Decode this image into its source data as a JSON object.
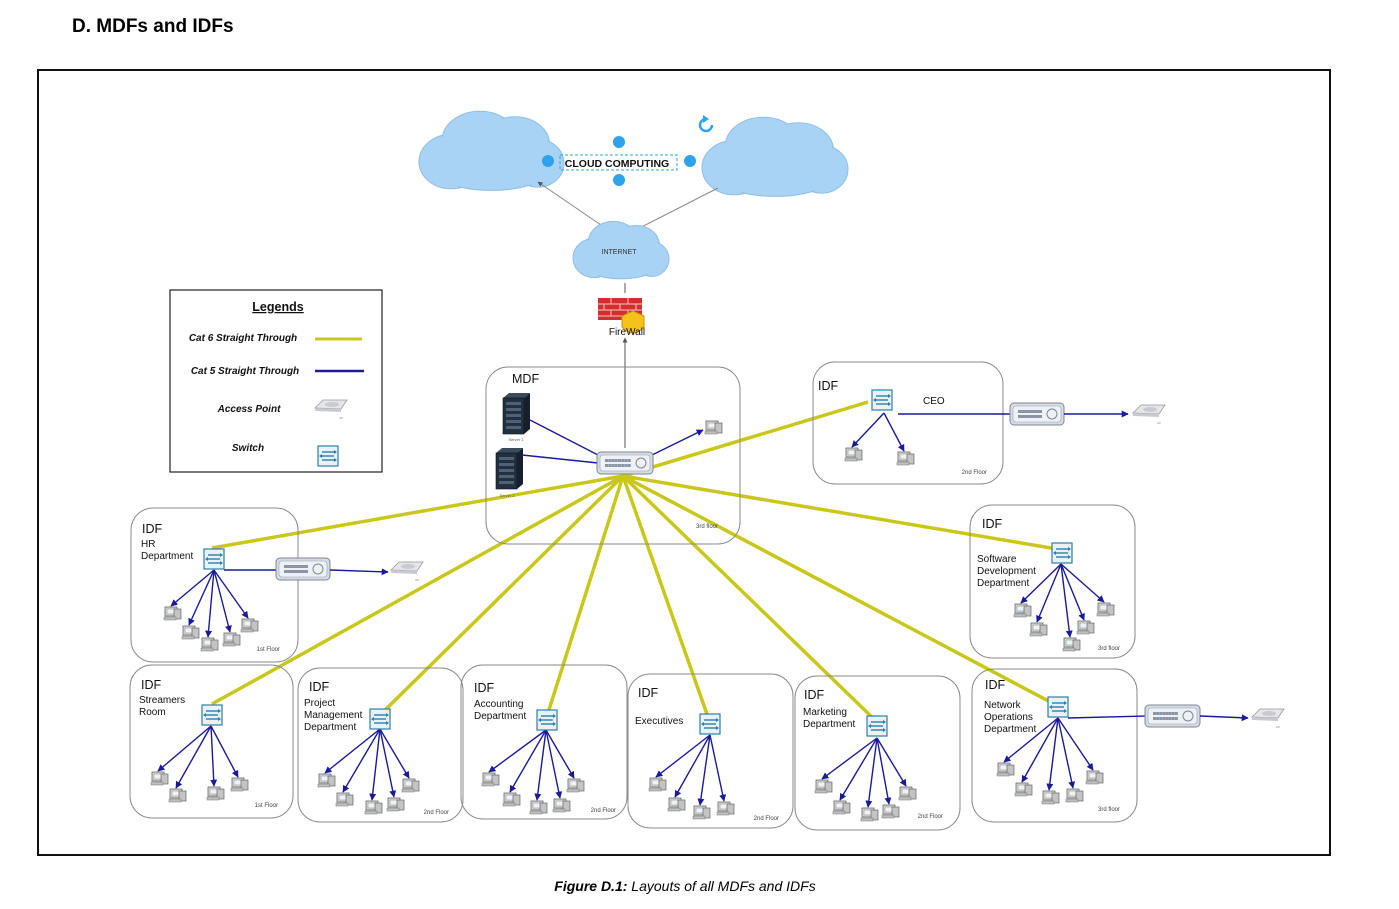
{
  "heading": "D.  MDFs and IDFs",
  "caption": {
    "label": "Figure D.1:",
    "text": "Layouts of all MDFs and IDFs"
  },
  "cloud": {
    "label": "CLOUD COMPUTING",
    "internet": "INTERNET"
  },
  "firewall": {
    "label": "FireWall"
  },
  "legend": {
    "title": "Legends",
    "cat6": "Cat 6 Straight Through",
    "cat5": "Cat 5 Straight Through",
    "access_point": "Access Point",
    "switch": "Switch"
  },
  "mdf": {
    "label": "MDF",
    "floor": "3rd floor",
    "server1": "Server 1",
    "server2": "Server 2"
  },
  "rooms": {
    "ceo": {
      "idf": "IDF",
      "name": [
        "CEO"
      ],
      "floor": "2nd Floor"
    },
    "hr": {
      "idf": "IDF",
      "name": [
        "HR",
        "Department"
      ],
      "floor": "1st Floor"
    },
    "software": {
      "idf": "IDF",
      "name": [
        "Software",
        "Development",
        "Department"
      ],
      "floor": "3rd floor"
    },
    "streamers": {
      "idf": "IDF",
      "name": [
        "Streamers",
        "Room"
      ],
      "floor": "1st Floor"
    },
    "project": {
      "idf": "IDF",
      "name": [
        "Project",
        "Management",
        "Department"
      ],
      "floor": "2nd Floor"
    },
    "accounting": {
      "idf": "IDF",
      "name": [
        "Accounting",
        "Department"
      ],
      "floor": "2nd Floor"
    },
    "executives": {
      "idf": "IDF",
      "name": [
        "Executives"
      ],
      "floor": "2nd Floor"
    },
    "marketing": {
      "idf": "IDF",
      "name": [
        "Marketing",
        "Department"
      ],
      "floor": "2nd Floor"
    },
    "network": {
      "idf": "IDF",
      "name": [
        "Network",
        "Operations",
        "Department"
      ],
      "floor": "3rd floor"
    }
  },
  "colors": {
    "cat6": "#c9c81a",
    "cat5": "#1a1a9c",
    "switch": "#2d7fa8",
    "cloud": "#a9d3f5",
    "firewall": "#d62d2d"
  },
  "icons": [
    "cloud-icon",
    "firewall-icon",
    "server-icon",
    "switch-icon",
    "computer-icon",
    "access-point-icon",
    "router-icon",
    "refresh-icon"
  ]
}
